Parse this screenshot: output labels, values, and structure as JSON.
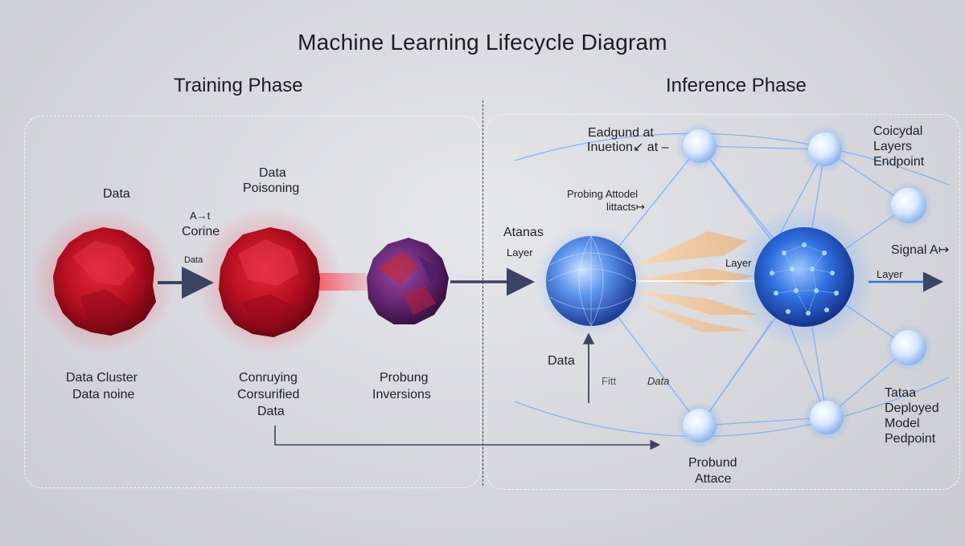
{
  "title": "Machine Learning Lifecycle Diagram",
  "training": {
    "heading": "Training Phase",
    "data_top": "Data",
    "poisoning": [
      "Data",
      "Poisoning"
    ],
    "arrow_label": [
      "A→t",
      "Corine"
    ],
    "arrow_small": "Data",
    "cluster_label": [
      "Data Cluster",
      "Data noine"
    ],
    "corrupt_label": [
      "Conruying",
      "Corsurified",
      "Data"
    ],
    "probe_label": [
      "Probung",
      "Inversions"
    ]
  },
  "inference": {
    "heading": "Inference Phase",
    "top_left": [
      "Eadgund at",
      "Inuetion↙ at –"
    ],
    "top_right": [
      "Coicydal",
      "Layers",
      "Endpoint"
    ],
    "probing": [
      "Probing Attodel",
      "littacts↦"
    ],
    "atanas": "Atanas",
    "layer_left": "Layer",
    "layer_mid": "Layer",
    "signal": "Signal A↦",
    "layer_right": "Layer",
    "data_up": "Data",
    "fitt": "Fitt",
    "data_italic": "Data",
    "deployed": [
      "Tataa",
      "Deployed",
      "Model",
      "Pedpoint"
    ],
    "probund": [
      "Probund",
      "Attace"
    ]
  },
  "colors": {
    "red": "#d4142a",
    "purple": "#6a2a7a",
    "blue": "#3b78e6",
    "node": "#cfe3ff",
    "arrow": "#3a4460"
  }
}
